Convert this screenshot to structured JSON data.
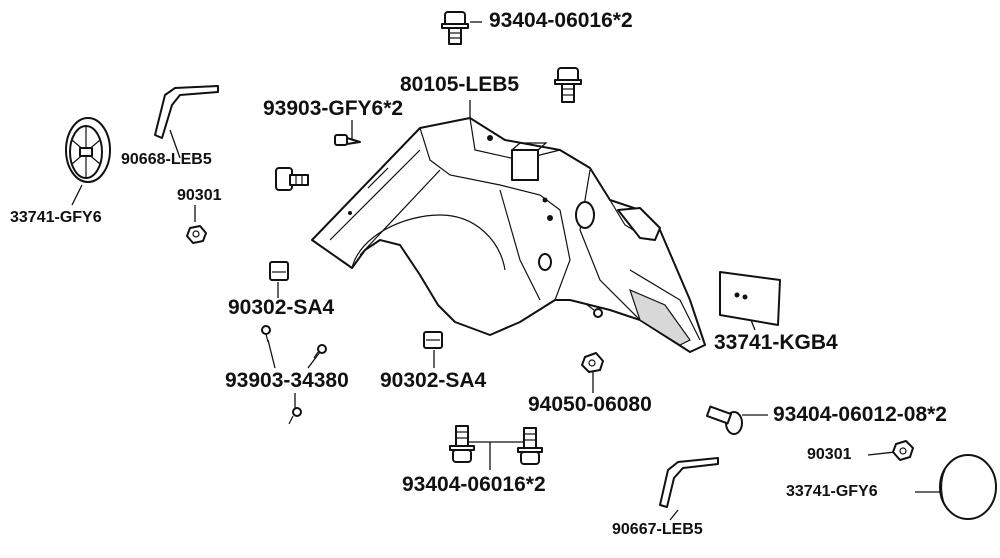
{
  "diagram": {
    "background": "#ffffff",
    "ink": "#111111",
    "labels": {
      "bolt_top": "93404-06016*2",
      "fender": "80105-LEB5",
      "screw_top": "93903-GFY6*2",
      "bracket_left": "90668-LEB5",
      "nut_left": "90301",
      "reflector_left": "33741-GFY6",
      "clip_left": "90302-SA4",
      "screws_small": "93903-34380",
      "clip_center": "90302-SA4",
      "reflector_plate": "33741-KGB4",
      "nut_center": "94050-06080",
      "bolt_flange": "93404-06012-08*2",
      "bolts_bottom": "93404-06016*2",
      "nut_right": "90301",
      "reflector_right": "33741-GFY6",
      "bracket_right": "90667-LEB5"
    }
  }
}
